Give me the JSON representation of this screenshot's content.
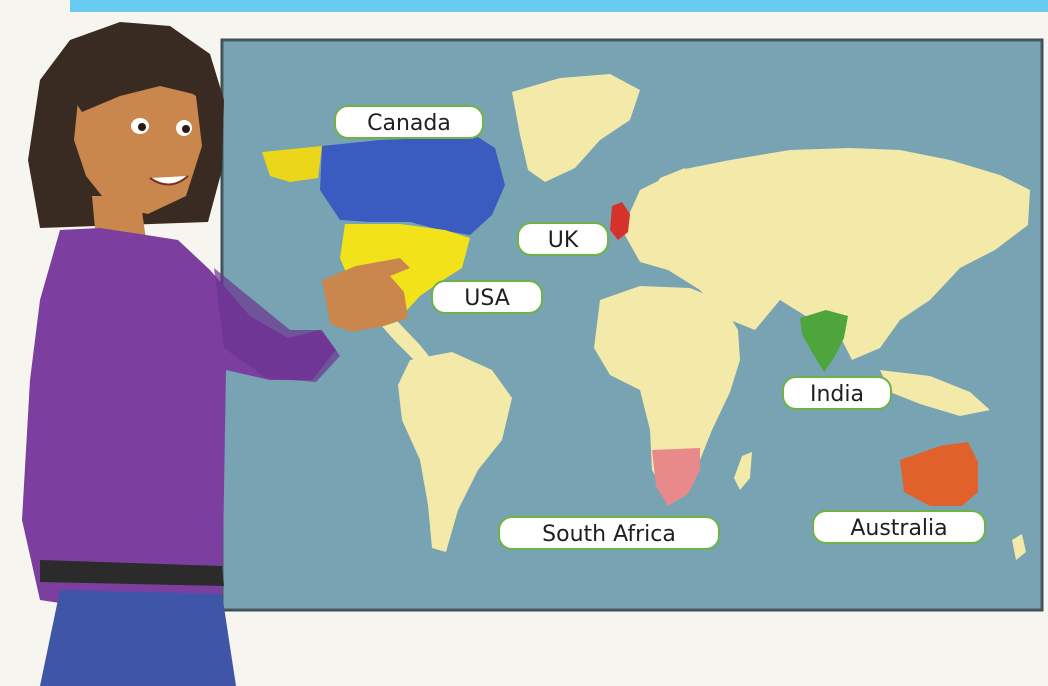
{
  "labels": {
    "canada": "Canada",
    "uk": "UK",
    "usa": "USA",
    "india": "India",
    "south_africa": "South Africa",
    "australia": "Australia"
  },
  "colors": {
    "top_bar": "#67cbf2",
    "ocean": "#7ea8b7",
    "land": "#f3e9a8",
    "canada": "#3a5cc0",
    "usa": "#f2e21a",
    "alaska": "#ecd61a",
    "uk": "#d6322c",
    "india": "#4ea53c",
    "south_africa": "#e88a8a",
    "australia": "#e0622a",
    "sweater": "#7c3fa0",
    "hair": "#3a2b22",
    "skin": "#c9864d",
    "label_border": "#6fb346"
  }
}
